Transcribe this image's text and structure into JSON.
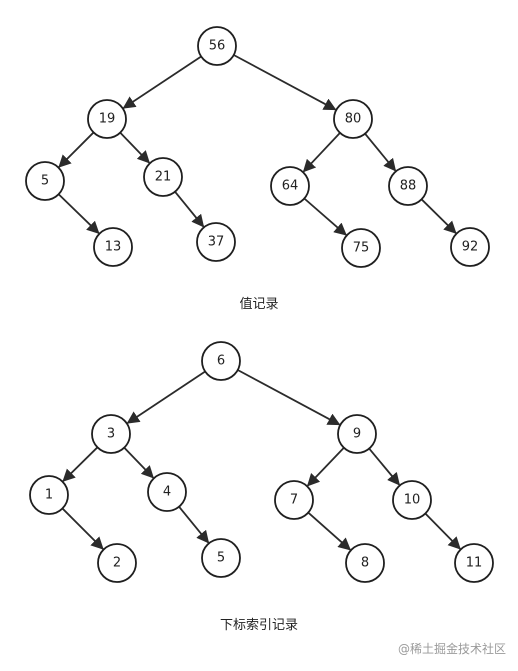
{
  "trees": [
    {
      "caption": "值记录",
      "nodes": [
        {
          "id": "n56",
          "label": "56"
        },
        {
          "id": "n19",
          "label": "19"
        },
        {
          "id": "n80",
          "label": "80"
        },
        {
          "id": "n5",
          "label": "5"
        },
        {
          "id": "n21",
          "label": "21"
        },
        {
          "id": "n64",
          "label": "64"
        },
        {
          "id": "n88",
          "label": "88"
        },
        {
          "id": "n13",
          "label": "13"
        },
        {
          "id": "n37",
          "label": "37"
        },
        {
          "id": "n75",
          "label": "75"
        },
        {
          "id": "n92",
          "label": "92"
        }
      ],
      "edges": [
        [
          "n56",
          "n19"
        ],
        [
          "n56",
          "n80"
        ],
        [
          "n19",
          "n5"
        ],
        [
          "n19",
          "n21"
        ],
        [
          "n80",
          "n64"
        ],
        [
          "n80",
          "n88"
        ],
        [
          "n5",
          "n13"
        ],
        [
          "n21",
          "n37"
        ],
        [
          "n64",
          "n75"
        ],
        [
          "n88",
          "n92"
        ]
      ]
    },
    {
      "caption": "下标索引记录",
      "nodes": [
        {
          "id": "i6",
          "label": "6"
        },
        {
          "id": "i3",
          "label": "3"
        },
        {
          "id": "i9",
          "label": "9"
        },
        {
          "id": "i1",
          "label": "1"
        },
        {
          "id": "i4",
          "label": "4"
        },
        {
          "id": "i7",
          "label": "7"
        },
        {
          "id": "i10",
          "label": "10"
        },
        {
          "id": "i2",
          "label": "2"
        },
        {
          "id": "i5",
          "label": "5"
        },
        {
          "id": "i8",
          "label": "8"
        },
        {
          "id": "i11",
          "label": "11"
        }
      ],
      "edges": [
        [
          "i6",
          "i3"
        ],
        [
          "i6",
          "i9"
        ],
        [
          "i3",
          "i1"
        ],
        [
          "i3",
          "i4"
        ],
        [
          "i9",
          "i7"
        ],
        [
          "i9",
          "i10"
        ],
        [
          "i1",
          "i2"
        ],
        [
          "i4",
          "i5"
        ],
        [
          "i7",
          "i8"
        ],
        [
          "i10",
          "i11"
        ]
      ]
    }
  ],
  "watermark": "@稀土掘金技术社区"
}
